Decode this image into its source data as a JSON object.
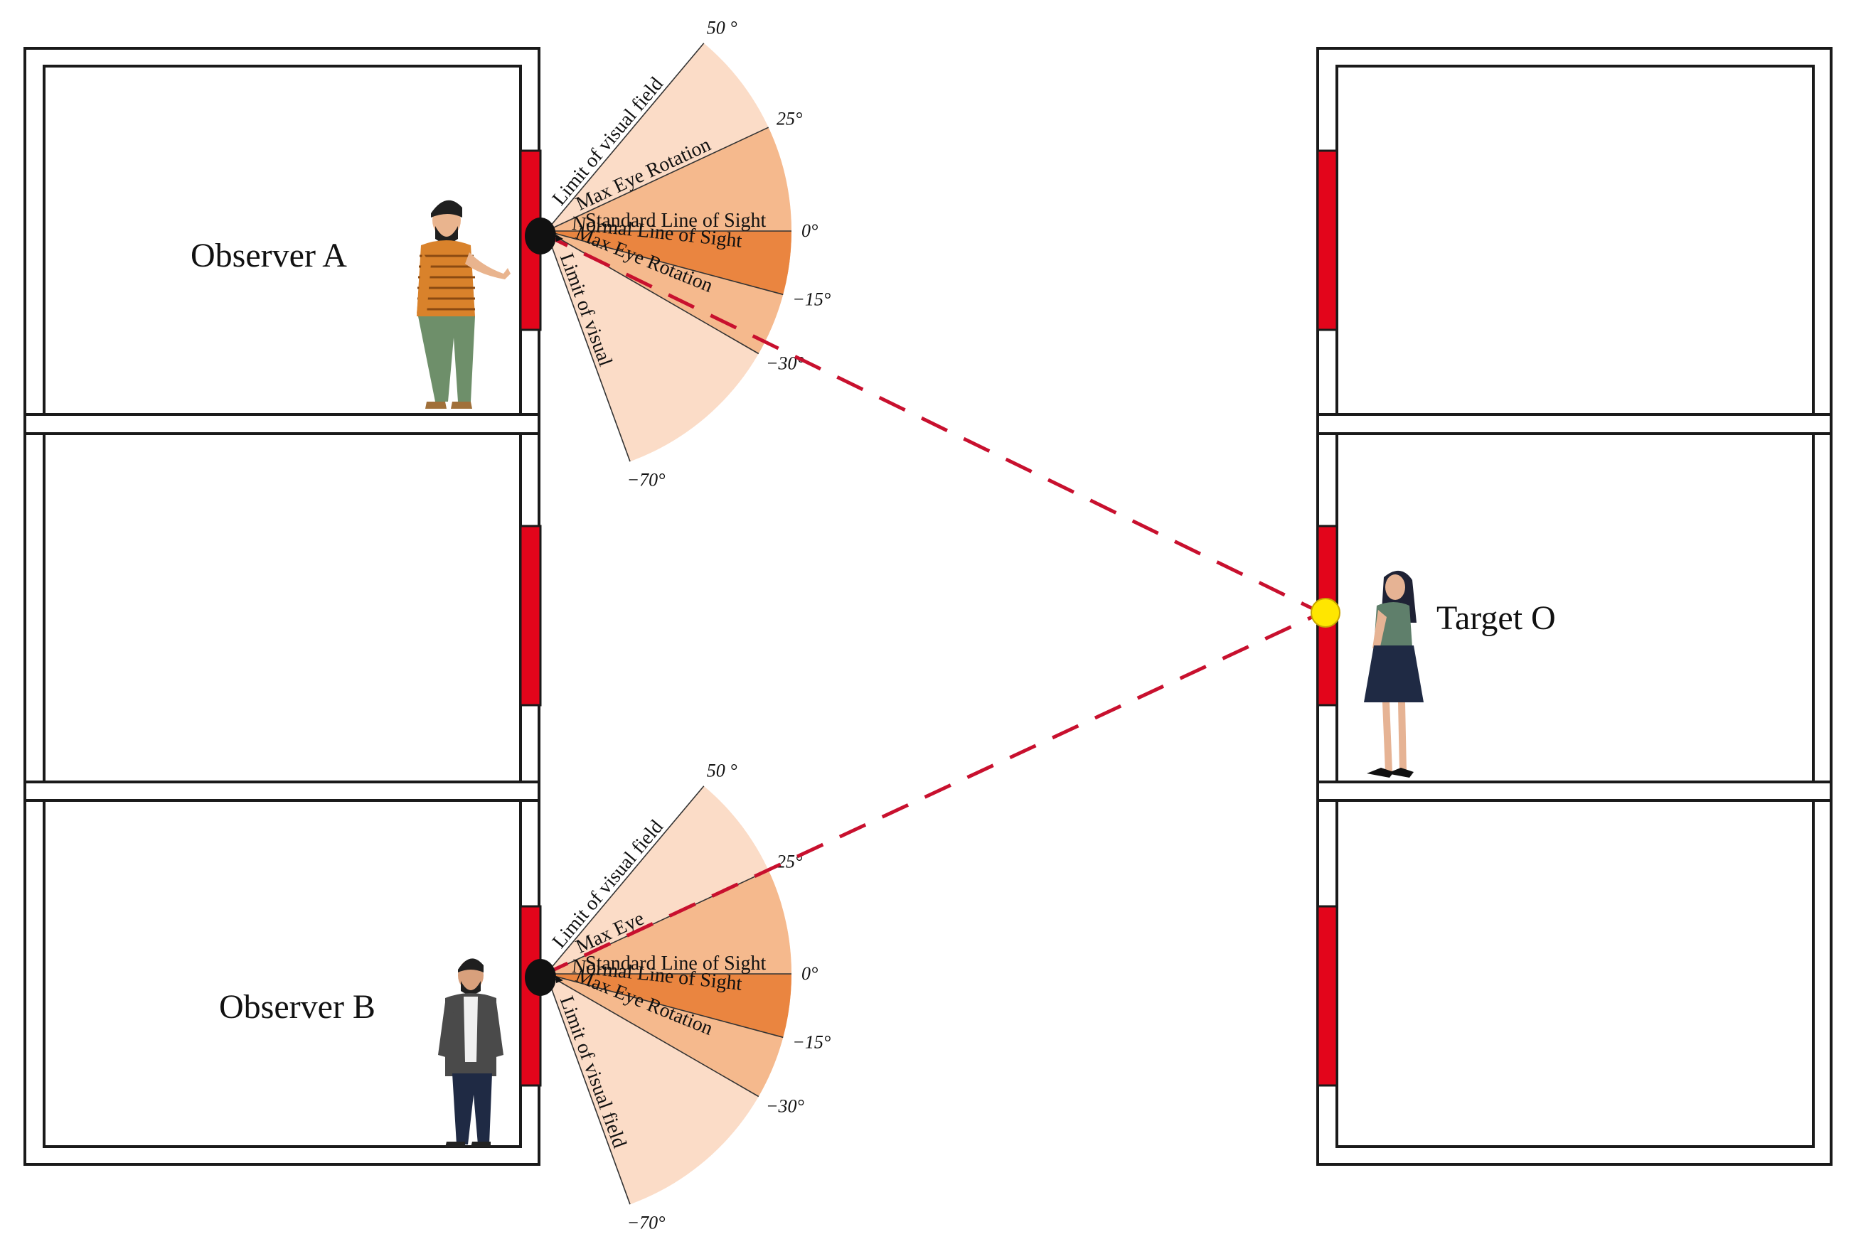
{
  "labels": {
    "observer_a": "Observer A",
    "observer_b": "Observer B",
    "target": "Target O"
  },
  "cones": [
    {
      "id": "a",
      "line_labels": {
        "limit_upper": "Limit of visual field",
        "max_eye_upper": "Max Eye Rotation",
        "standard": "Standard Line of Sight",
        "normal": "Normal Line of Sight",
        "max_eye_lower": "Max Eye Rotation",
        "limit_lower": "Limit of visual"
      },
      "angles": {
        "a50": "50 °",
        "a25": "25°",
        "a0": "0°",
        "a_15": "−15°",
        "a_30": "−30°",
        "a_70": "−70°"
      }
    },
    {
      "id": "b",
      "line_labels": {
        "limit_upper": "Limit of visual field",
        "max_eye_upper": "Max Eye",
        "standard": "Standard Line of Sight",
        "normal": "Normal Line of Sight",
        "max_eye_lower": "Max Eye Rotation",
        "limit_lower": "Limit of visual field"
      },
      "angles": {
        "a50": "50 °",
        "a25": "25°",
        "a0": "0°",
        "a_15": "−15°",
        "a_30": "−30°",
        "a_70": "−70°"
      }
    }
  ],
  "colors": {
    "window_red": "#e3051b",
    "sight_line": "#c8102e",
    "target_dot": "#ffe600",
    "zone_outer": "#fbdcc7",
    "zone_mid": "#f5b98d",
    "zone_inner": "#ea8540",
    "wall": "#1a1a1a"
  }
}
